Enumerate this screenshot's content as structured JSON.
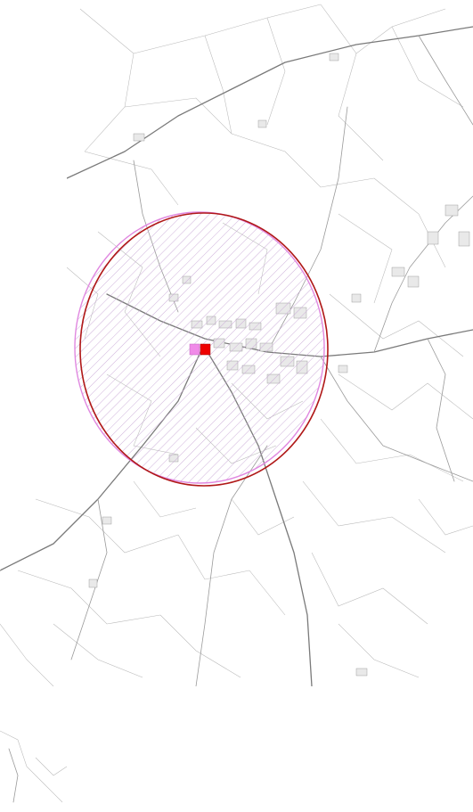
{
  "map": {
    "labels": [],
    "colors": {
      "background": "#ffffff",
      "road": "#8d8d8d",
      "field_boundary": "#b9b9b9",
      "settlement": "#e9e9e9"
    },
    "overlays": {
      "buffer_outer": {
        "name": "buffer-zone-outer",
        "stroke": "#e088e0",
        "hatch": "#c9a8d6"
      },
      "buffer_inner": {
        "name": "buffer-zone-inner",
        "stroke": "#b01818"
      },
      "markers": [
        {
          "name": "site-marker-pink",
          "color": "#f08ae8"
        },
        {
          "name": "site-marker-red",
          "color": "#ee0000"
        }
      ]
    }
  }
}
